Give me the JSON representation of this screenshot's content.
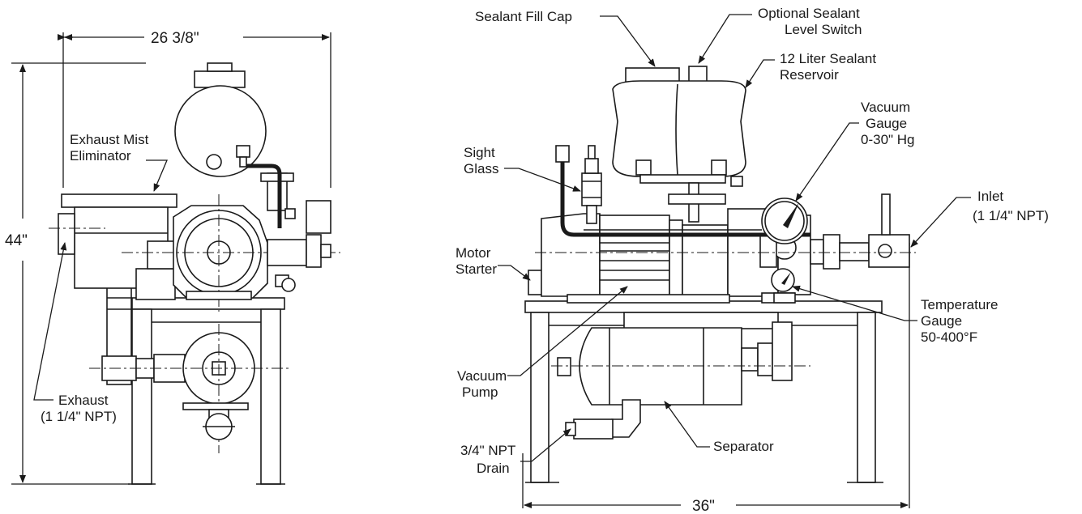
{
  "dimensions": {
    "width": "26 3/8\"",
    "height": "44\"",
    "length": "36\""
  },
  "labels": {
    "exhaust_mist_eliminator": [
      "Exhaust Mist",
      "Eliminator"
    ],
    "exhaust": [
      "Exhaust",
      "(1 1/4\" NPT)"
    ],
    "sealant_fill_cap": "Sealant Fill Cap",
    "optional_level_switch": [
      "Optional Sealant",
      "Level Switch"
    ],
    "reservoir": [
      "12 Liter Sealant",
      "Reservoir"
    ],
    "vacuum_gauge": [
      "Vacuum",
      "Gauge",
      "0-30\" Hg"
    ],
    "sight_glass": [
      "Sight",
      "Glass"
    ],
    "inlet": [
      "Inlet",
      "(1 1/4\" NPT)"
    ],
    "motor_starter": [
      "Motor",
      "Starter"
    ],
    "temperature_gauge": [
      "Temperature",
      "Gauge",
      "50-400°F"
    ],
    "vacuum_pump": [
      "Vacuum",
      "Pump"
    ],
    "drain": [
      "3/4\" NPT",
      "Drain"
    ],
    "separator": "Separator"
  }
}
